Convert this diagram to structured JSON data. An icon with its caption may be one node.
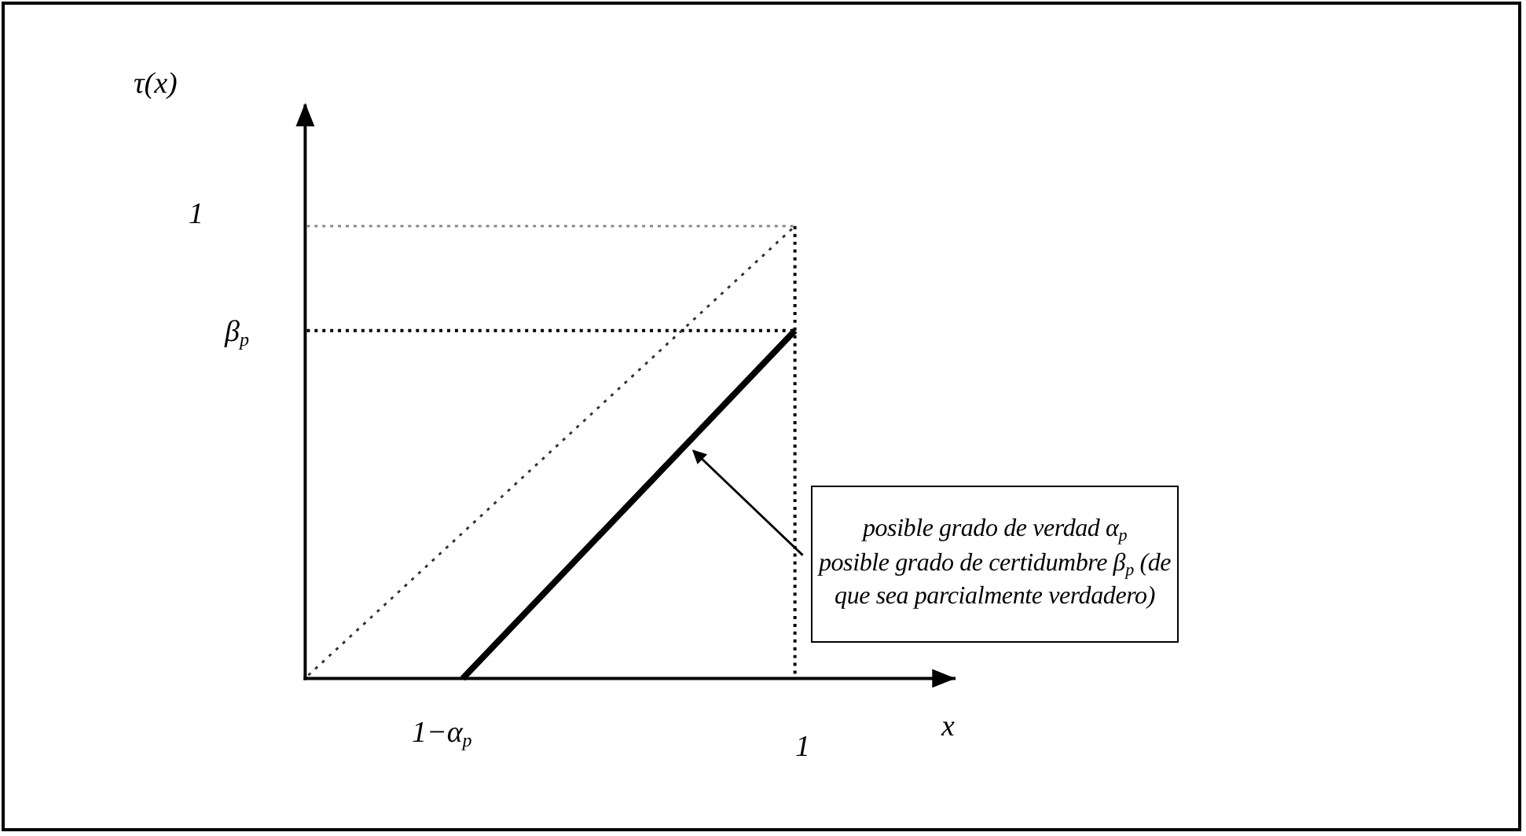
{
  "diagram": {
    "nodes": [
      {
        "text": [
          "posible grado de verdad α$_{p}$",
          "posible grado de certidumbre β$_{p}$ (de que sea parcialmente verdadero)"
        ]
      },
      {
        "text": [],
        "shape": "line"
      }
    ],
    "edges": [
      {
        "from": 0,
        "to": 1,
        "arrow": "to"
      }
    ],
    "labels": [
      "τ(x)",
      "1",
      "β$_{p}$",
      "1−α$_{p}$",
      "1",
      "x"
    ]
  }
}
